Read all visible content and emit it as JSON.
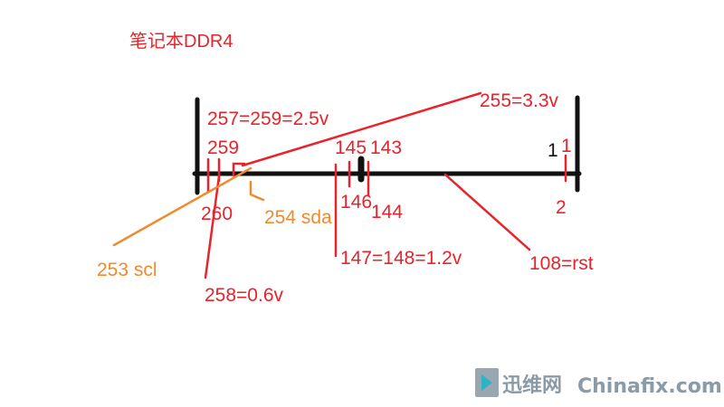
{
  "title": "笔记本DDR4",
  "pins": {
    "p257_259": "257=259=2.5v",
    "p255": "255=3.3v",
    "p259": "259",
    "p145": "145",
    "p143": "143",
    "p1_black": "1",
    "p1_red": "1",
    "p146": "146",
    "p144": "144",
    "p2": "2",
    "p260": "260",
    "p254": "254 sda",
    "p147_148": "147=148=1.2v",
    "p108": "108=rst",
    "p253": "253 scl",
    "p258": "258=0.6v"
  },
  "watermark": {
    "brand_cn": "迅维网",
    "brand_en": "Chinafix.com"
  },
  "colors": {
    "red": "#e8232b",
    "orange": "#f08a2c",
    "black": "#111111",
    "watermark": "#8a9aa6"
  }
}
